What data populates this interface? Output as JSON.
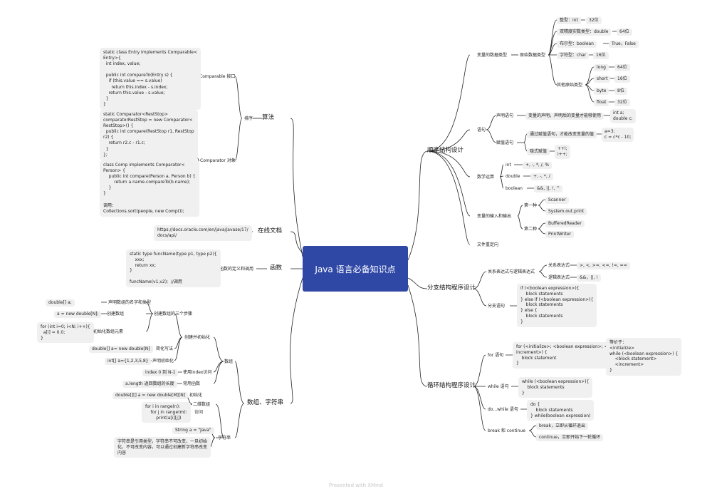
{
  "central": "Java 语言必备知识点",
  "footer": "Presented with XMind",
  "right": {
    "seq": {
      "title": "顺序结构设计",
      "data_types": "变量的数据类型",
      "primitive": "原始数据类型",
      "int_label": "整型：int",
      "int_val": "32位",
      "double_label": "双精度实数类型：double",
      "double_val": "64位",
      "bool_label": "布尔型：boolean",
      "bool_val": "True，False",
      "char_label": "字符型：char",
      "char_val": "16位",
      "other_prim": "其他原始类型",
      "long": "long",
      "long_val": "64位",
      "short": "short",
      "short_val": "16位",
      "byte": "byte",
      "byte_val": "8位",
      "float": "float",
      "float_val": "32位",
      "stmt": "语句",
      "decl_stmt": "声明语句",
      "decl_desc": "变量的声明，声明后的变量才能够使用",
      "decl_ex": "int a;\ndouble c;",
      "assign_stmt": "赋值语句",
      "assign_desc": "通过赋值语句，才能改变变量的值",
      "assign_ex": "a=3;\nc = c*c - 10;",
      "implicit": "隐式赋值",
      "implicit_ex": "++i;\ni++;",
      "math": "数学运算",
      "m_int": "int",
      "m_int_ops": "+, -, *, /, %",
      "m_double": "double",
      "m_double_ops": "+, -, *, /",
      "m_bool": "boolean",
      "m_bool_ops": "&&, ||, !, ^",
      "io": "变量的输入和输出",
      "io1": "第一种",
      "scanner": "Scanner",
      "sysout": "System.out.print",
      "io2": "第二种",
      "br": "BufferedReader",
      "pw": "PrintWriter",
      "file_redirect": "文件重定向"
    },
    "branch": {
      "title": "分支结构程序设计",
      "expr": "关系表达式与逻辑表达式",
      "rel": "关系表达式",
      "rel_ops": ">, <, >=, <=, !=, ==",
      "logic": "逻辑表达式",
      "logic_ops": "&&，||, !",
      "branch_stmt": "分支语句",
      "branch_code": "if (<boolean expression>){\n    block statements\n} else if (<boolean expression>){\n    block statements\n} else {\n    block statements\n}"
    },
    "loop": {
      "title": "循环结构程序设计",
      "for": "for 语句",
      "for_code": "for (<initialize>; <boolean expression>; <\nincrement>) {\n    block statement\n}",
      "equiv": "等价于：\n<initialize>\nwhile (<boolean expression>) {\n    <block statement>\n    <increment>\n}",
      "while": "while 语句",
      "while_code": "while (<boolean expression>){\n    block statements\n}",
      "dowhile": "do...while 语句",
      "dowhile_code": "do {\n    block statements\n} while(boolean expression)",
      "brk": "break 和 continue",
      "brk1": "break，立即从循环退出",
      "brk2": "continue，立即开始下一轮循环"
    }
  },
  "left": {
    "sort": {
      "title": "排序",
      "algo": "算法",
      "comparable": "Comparable 接口",
      "comparable_code": "static class Entry implements Comparable<\nEntry>{\n  int index, value;\n\n  public int compareTo(Entry s) {\n    if (this.value == s.value)\n      return this.index - s.index;\n    return this.value - s.value;\n  }\n}",
      "comparator": "Comparator 对象",
      "comparator_code1": "static Comparator<RestStop>\ncomparatorRestStop = new Comparator<\nRestStop>() {\n  public int compare(RestStop r1, RestStop\nr2) {\n    return r2.c - r1.c;\n  }\n};",
      "comparator_code2": "class Comp implements Comparator<\nPerson> {\n    public int compare(Person a, Person b) {\n        return a.name.compareTo(b.name);\n    }\n}\n\n调用：\nCollections.sort(people, new Comp());"
    },
    "doc": {
      "title": "在线文档",
      "url": "https://docs.oracle.com/en/java/javase/17/\ndocs/api/"
    },
    "func": {
      "title": "函数",
      "def": "函数的定义和调用",
      "code": "static type funcName(type p1, type p2){\n    xxx;\n    return xx;\n}\n\nfuncName(v1,v2);  //调用"
    },
    "arr": {
      "title": "数组、字符串",
      "array": "数组",
      "create_init": "创建并初始化",
      "three_steps": "创建数组的三个步骤",
      "s1_code": "double[] a;",
      "s1": "声明数组的名字和类型",
      "s2_code": "a = new double[N];",
      "s2": "创建数组",
      "s3_code": "for (int i=0; i<N; i++){\n  a[i] = 0.0;\n}",
      "s3": "初始化数组元素",
      "short_code": "double[] a= new double[N]",
      "short": "简化写法",
      "decl_init_code": "int[] a={1,2,3,5,8}",
      "decl_init": "声明初始化",
      "index_code": "index 0 到 N-1",
      "index": "使用index访问",
      "len_code": "a.length 返回数组的长度",
      "len": "常用函数",
      "twod": "二维数组",
      "twod_init_code": "double[][] a = new double[M][N]",
      "twod_init": "初始化",
      "twod_acc_code": "for i in range(n):\n    for j in range(m):\n        print(a[i][j])",
      "twod_acc": "访问",
      "string": "字符串",
      "str_code": "String a = \"Java\"",
      "str_desc": "字符串是引用类型，字符串不可改变，一旦初始\n化，不可改变内容，可以通过创建新字符串改变\n内容"
    }
  },
  "colors": {
    "central": "#2f48a6",
    "line": "#222222",
    "node_bg": "#efefef"
  }
}
